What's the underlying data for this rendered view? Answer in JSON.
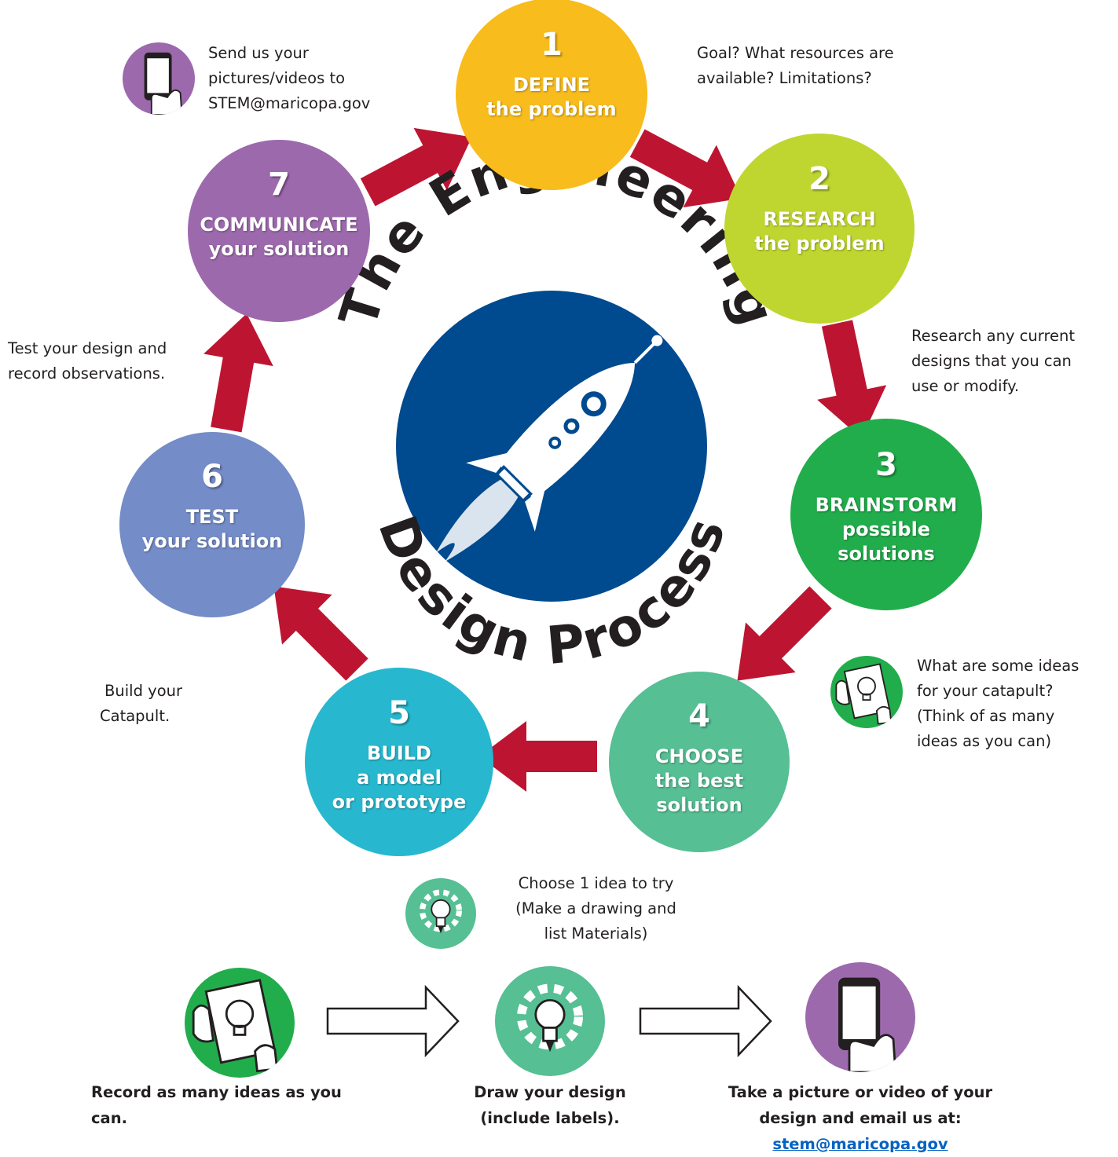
{
  "title": {
    "line1": "The Engineering",
    "line2": "Design Process"
  },
  "steps": [
    {
      "number": "1",
      "word": "DEFINE",
      "rest": [
        "the problem"
      ],
      "color": "#f8bc1c"
    },
    {
      "number": "2",
      "word": "RESEARCH",
      "rest": [
        "the problem"
      ],
      "color": "#bfd630"
    },
    {
      "number": "3",
      "word": "BRAINSTORM",
      "rest": [
        "possible",
        "solutions"
      ],
      "color": "#21ad4b"
    },
    {
      "number": "4",
      "word": "CHOOSE",
      "rest": [
        "the best",
        "solution"
      ],
      "color": "#56bf94"
    },
    {
      "number": "5",
      "word": "BUILD",
      "rest": [
        "a model",
        "or prototype"
      ],
      "color": "#27b8cf"
    },
    {
      "number": "6",
      "word": "TEST",
      "rest": [
        "your solution"
      ],
      "color": "#748cc7"
    },
    {
      "number": "7",
      "word": "COMMUNICATE",
      "rest": [
        "your solution"
      ],
      "color": "#9d69ad"
    }
  ],
  "notes": {
    "send": [
      "Send us your",
      "pictures/videos to",
      "STEM@maricopa.gov"
    ],
    "goal": [
      "Goal? What resources are",
      "available? Limitations?"
    ],
    "research": [
      "Research any current",
      "designs that you can",
      "use or modify."
    ],
    "test": [
      "Test your design and",
      "record observations."
    ],
    "ideas": [
      "What are some ideas",
      "for your catapult?",
      "(Think of as many",
      "ideas as you can)"
    ],
    "build": [
      "Build your",
      "Catapult."
    ],
    "choose": [
      "Choose 1 idea to try",
      "(Make a drawing and",
      "list Materials)"
    ]
  },
  "bottom": {
    "record": [
      "Record as many ideas as you",
      "can."
    ],
    "draw": [
      "Draw your design",
      "(include labels)."
    ],
    "photo": [
      "Take a picture or video of your",
      "design and email us at:"
    ],
    "email": "stem@maricopa.gov"
  },
  "colors": {
    "arrow": "#bd1531",
    "center": "#004a8f",
    "link": "#0563c1",
    "icon_green": "#21ad4b",
    "icon_teal": "#56bf94",
    "icon_purple": "#9d69ad"
  },
  "icons": [
    "phone-hand-icon",
    "lightbulb-drawing-icon",
    "gear-lightbulb-icon",
    "rocket-icon"
  ]
}
